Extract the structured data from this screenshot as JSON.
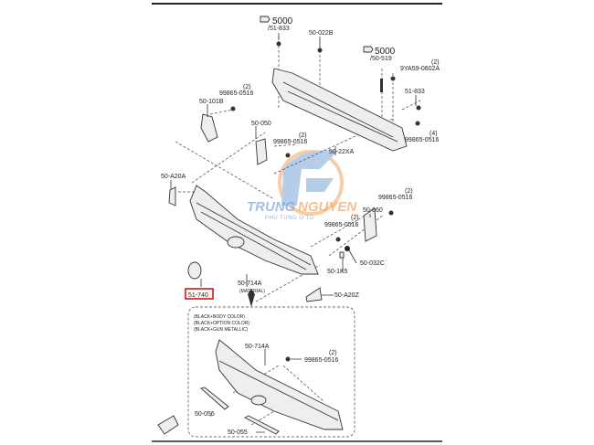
{
  "diagram": {
    "watermark": {
      "brand_part1": "TRUNG",
      "brand_part2": "NGUYEN",
      "tagline": "PHỤ TÙNG Ô TÔ"
    },
    "callouts": [
      {
        "id": "ref1",
        "text": "5000",
        "sub": "/51-833"
      },
      {
        "id": "ref2",
        "text": "5000",
        "sub": "/50-519"
      }
    ],
    "labels": {
      "p50_022B": "50-022B",
      "p9YA59": "9YA59-0602A",
      "q9YA59": "(2)",
      "p51_833": "51-833",
      "p99865_a": "99865-0516",
      "q99865_a": "(2)",
      "p50_101B": "50-101B",
      "p50_050": "50-050",
      "p99865_b": "99865-0516",
      "q99865_b": "(4)",
      "p99865_c": "99865-0516",
      "q99865_c": "(2)",
      "p50_22XA": "50-22XA",
      "p50_A20A": "50-A20A",
      "p99865_d": "99865-0516",
      "q99865_d": "(2)",
      "p50_060": "50-060",
      "p99865_e": "99865-0516",
      "q99865_e": "(2)",
      "p50_032C": "50-032C",
      "p50_1K5": "50-1K5",
      "p50_714A": "50-714A",
      "material": "(MATERIAL)",
      "p51_740": "51-740",
      "p50_A20Z": "50-A20Z",
      "variant1": "(BLACK+BODY COLOR)",
      "variant2": "(BLACK+OPTION COLOR)",
      "variant3": "(BLACK+GUN METALLIC)",
      "p50_714A_b": "50-714A",
      "p99865_f": "99865-0516",
      "q99865_f": "(2)",
      "p50_056": "50-056",
      "p50_055": "50-055"
    },
    "highlight_color": "#e00000"
  }
}
